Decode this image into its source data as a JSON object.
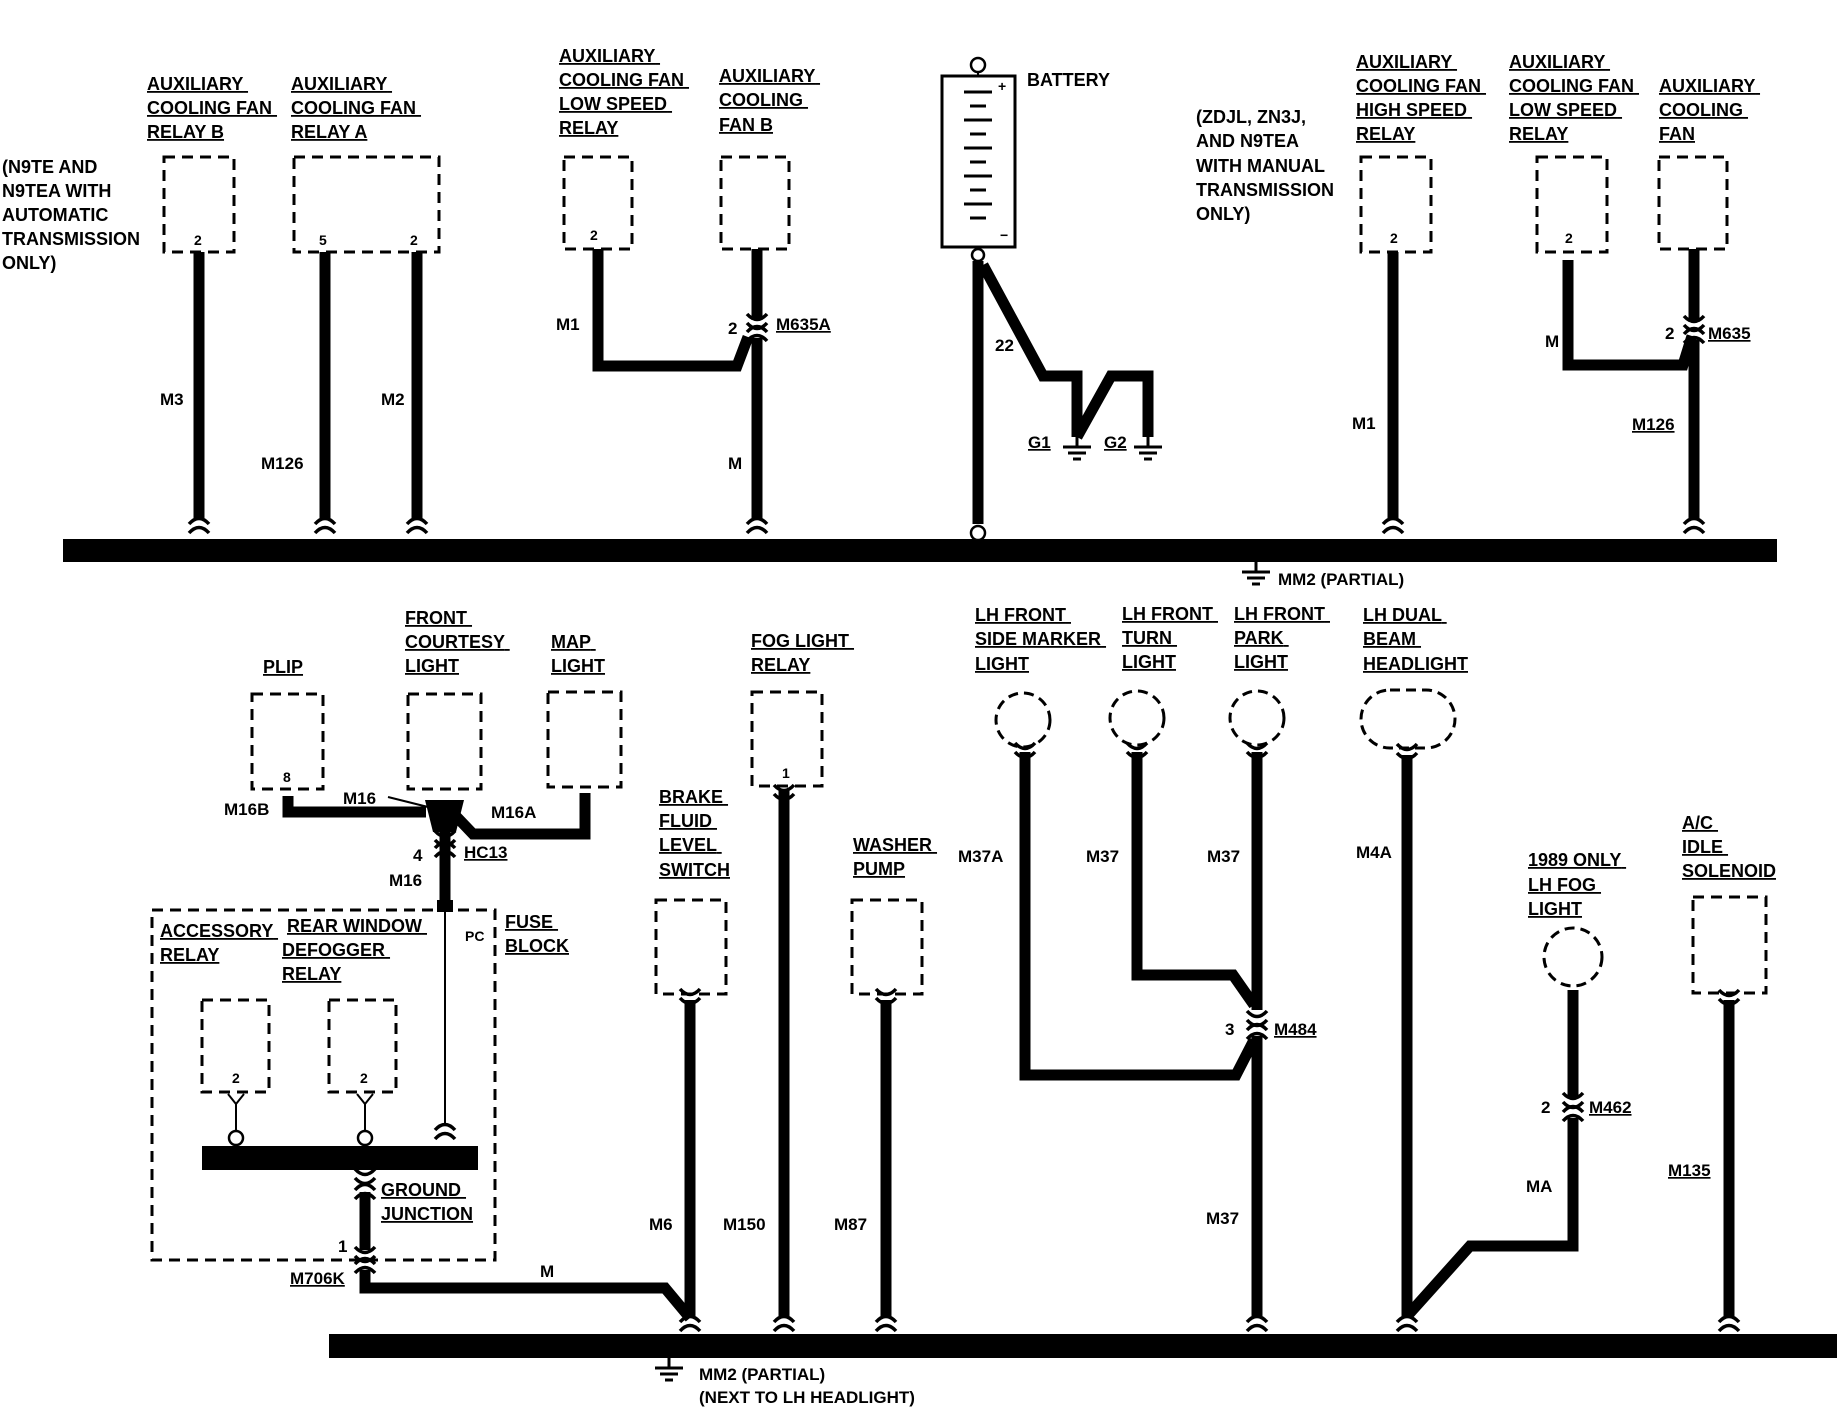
{
  "top_components": {
    "relay_b": [
      "AUXILIARY",
      "COOLING FAN",
      "RELAY B"
    ],
    "relay_a": [
      "AUXILIARY",
      "COOLING FAN",
      "RELAY A"
    ],
    "low_speed_relay_1": [
      "AUXILIARY",
      "COOLING FAN",
      "LOW SPEED",
      "RELAY"
    ],
    "fan_b": [
      "AUXILIARY",
      "COOLING",
      "FAN B"
    ],
    "battery": "BATTERY",
    "high_speed_relay": [
      "AUXILIARY",
      "COOLING FAN",
      "HIGH SPEED",
      "RELAY"
    ],
    "low_speed_relay_2": [
      "AUXILIARY",
      "COOLING FAN",
      "LOW SPEED",
      "RELAY"
    ],
    "aux_fan": [
      "AUXILIARY",
      "COOLING",
      "FAN"
    ]
  },
  "notes": {
    "n9te": [
      "(N9TE AND",
      "N9TEA WITH",
      "AUTOMATIC",
      "TRANSMISSION",
      "ONLY)"
    ],
    "zdjl": [
      "(ZDJL, ZN3J,",
      "AND N9TEA",
      "WITH MANUAL",
      "TRANSMISSION",
      "ONLY)"
    ]
  },
  "top_wires": {
    "m3": "M3",
    "m126a": "M126",
    "m2": "M2",
    "m1a": "M1",
    "m_a": "M",
    "c1_pin": "2",
    "c1": "M635A",
    "w22": "22",
    "g1": "G1",
    "g2": "G2",
    "m1b": "M1",
    "m_b": "M",
    "c2_pin": "2",
    "c2": "M635",
    "m126b": "M126"
  },
  "pins": {
    "relay_b": "2",
    "relay_a_5": "5",
    "relay_a_2": "2",
    "lsr1": "2",
    "hsr": "2",
    "lsr2": "2",
    "plip": "8",
    "fog_relay": "1",
    "acc": "2",
    "defog": "2"
  },
  "ground_top": "MM2 (PARTIAL)",
  "bottom_components": {
    "plip": "PLIP",
    "courtesy": [
      "FRONT",
      "COURTESY",
      "LIGHT"
    ],
    "map": [
      "MAP",
      "LIGHT"
    ],
    "fog_relay": [
      "FOG LIGHT",
      "RELAY"
    ],
    "side_marker": [
      "LH FRONT",
      "SIDE MARKER",
      "LIGHT"
    ],
    "turn": [
      "LH FRONT",
      "TURN",
      "LIGHT"
    ],
    "park": [
      "LH FRONT",
      "PARK",
      "LIGHT"
    ],
    "headlight": [
      "LH DUAL",
      "BEAM",
      "HEADLIGHT"
    ],
    "brake": [
      "BRAKE",
      "FLUID",
      "LEVEL",
      "SWITCH"
    ],
    "washer": [
      "WASHER",
      "PUMP"
    ],
    "fog_light": [
      "1989 ONLY",
      "LH FOG",
      "LIGHT"
    ],
    "ac": [
      "A/C",
      "IDLE",
      "SOLENOID"
    ],
    "accessory": [
      "ACCESSORY",
      "RELAY"
    ],
    "defogger": [
      "REAR WINDOW",
      "DEFOGGER",
      "RELAY"
    ],
    "fuse": [
      "FUSE",
      "BLOCK"
    ],
    "pc": "PC",
    "ground_junction": [
      "GROUND",
      "JUNCTION"
    ]
  },
  "bottom_wires": {
    "m16b": "M16B",
    "m16": "M16",
    "m16a": "M16A",
    "hc13_pin": "4",
    "hc13": "HC13",
    "m16_2": "M16",
    "gj_pin": "1",
    "m706k": "M706K",
    "m": "M",
    "m6": "M6",
    "m150": "M150",
    "m87": "M87",
    "m37a": "M37A",
    "m37a_2": "M37",
    "m37b": "M37",
    "m484_pin": "3",
    "m484": "M484",
    "m37c": "M37",
    "m4a": "M4A",
    "m462_pin": "2",
    "m462": "M462",
    "ma": "MA",
    "m135": "M135"
  },
  "ground_bottom": [
    "MM2 (PARTIAL)",
    "(NEXT TO LH HEADLIGHT)"
  ]
}
